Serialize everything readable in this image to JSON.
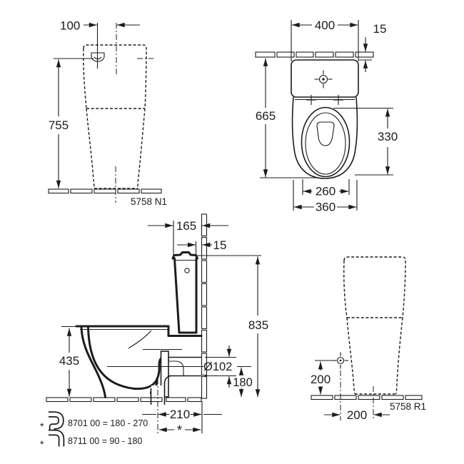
{
  "drawing": {
    "ink_color": "#1c1c1c",
    "bg_color": "#ffffff"
  },
  "rear_view": {
    "model": "5758 N1",
    "dims": {
      "inlet_offset": "100",
      "height": "755"
    }
  },
  "top_view": {
    "dims": {
      "cistern_width": "400",
      "wall_gap": "15",
      "depth": "665",
      "bowl_inner_length": "330",
      "bowl_inner_width": "260",
      "bowl_width": "360"
    }
  },
  "side_view": {
    "dims": {
      "cistern_depth": "165",
      "wall_gap": "15",
      "total_height": "835",
      "rim_height": "435",
      "outlet_diameter": "Ø102",
      "outlet_center_height": "180",
      "outlet_wall_distance": "210",
      "variable_distance": "*"
    }
  },
  "front_view": {
    "model": "5758 R1",
    "dims": {
      "supply_height": "200",
      "supply_offset": "200"
    }
  },
  "legend": {
    "items": [
      {
        "marker": "*",
        "text": "8701 00 = 180 - 270"
      },
      {
        "marker": "*",
        "text": "8711 00 = 90 - 180"
      }
    ]
  }
}
